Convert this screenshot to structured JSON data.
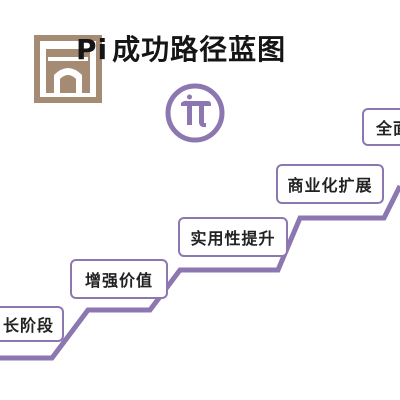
{
  "header": {
    "title_prefix": "Pi",
    "title": "成功路径蓝图"
  },
  "logo": {
    "name": "bank-building-logo-icon",
    "color": "#a58b74"
  },
  "coin": {
    "name": "pi-coin-icon",
    "color": "#8d77b0"
  },
  "colors": {
    "accent": "#8d77b0",
    "text": "#151515"
  },
  "steps": [
    {
      "label": "长阶段"
    },
    {
      "label": "增强价值"
    },
    {
      "label": "实用性提升"
    },
    {
      "label": "商业化扩展"
    },
    {
      "label": "全面"
    }
  ]
}
